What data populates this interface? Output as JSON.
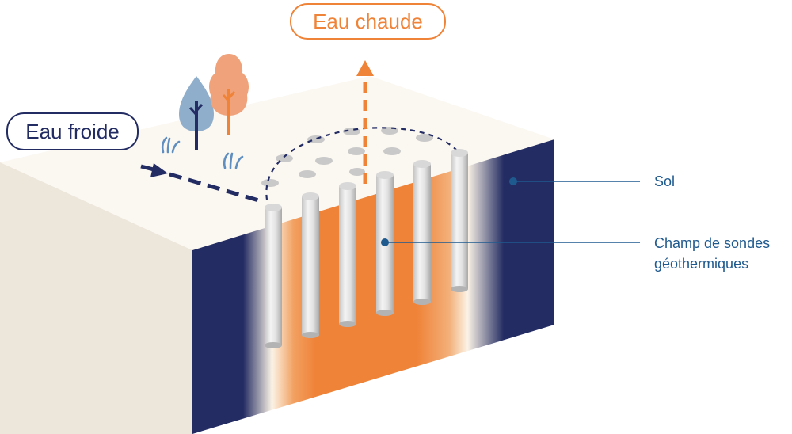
{
  "labels": {
    "cold_water": "Eau froide",
    "hot_water": "Eau chaude",
    "soil": "Sol",
    "probe_field_line1": "Champ de sondes",
    "probe_field_line2": "géothermiques"
  },
  "colors": {
    "navy": "#232c63",
    "orange": "#ef8338",
    "label_blue": "#1f5a8f",
    "ground_top": "#fbf7f1",
    "ground_side": "#ece6db",
    "probe_light": "#f2f2f2",
    "probe_dark": "#b8b8b8",
    "tree_blue": "#8faecb",
    "tree_orange": "#f0a37b"
  },
  "icons": {
    "trees": "tree-icon",
    "grass": "grass-icon",
    "arrow_in": "arrow-right-icon",
    "arrow_out": "arrow-up-icon",
    "leader_dot": "dot-icon"
  }
}
